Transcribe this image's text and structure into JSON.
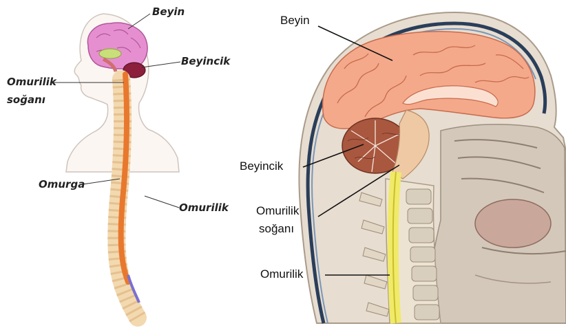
{
  "left_diagram": {
    "labels": {
      "brain": "Beyin",
      "cerebellum": "Beyincik",
      "medulla_line1": "Omurilik",
      "medulla_line2": "soğanı",
      "spine": "Omurga",
      "spinal_cord": "Omurilik"
    }
  },
  "right_diagram": {
    "labels": {
      "brain": "Beyin",
      "cerebellum": "Beyincik",
      "medulla_line1": "Omurilik",
      "medulla_line2": "soğanı",
      "spinal_cord": "Omurilik"
    }
  }
}
